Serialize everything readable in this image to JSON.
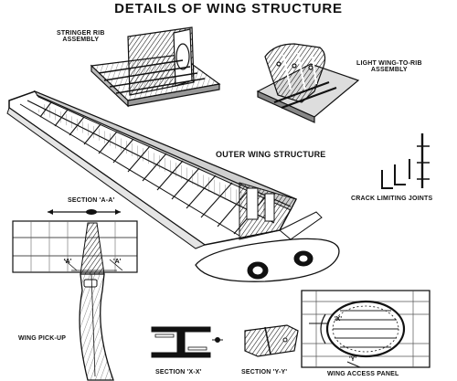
{
  "title": "DETAILS OF WING STRUCTURE",
  "labels": {
    "stringer_rib_line1": "STRINGER RIB",
    "stringer_rib_line2": "ASSEMBLY",
    "light_wing_rib_line1": "LIGHT WING-TO-RIB",
    "light_wing_rib_line2": "ASSEMBLY",
    "outer_wing": "OUTER WING STRUCTURE",
    "section_aa": "SECTION 'A-A'",
    "crack_limiting": "CRACK LIMITING JOINTS",
    "wing_pickup": "WING PICK-UP",
    "section_xx": "SECTION 'X-X'",
    "section_yy": "SECTION 'Y-Y'",
    "wing_access": "WING ACCESS PANEL",
    "mark_a": "'A'",
    "mark_x": "'X'",
    "mark_y": "'Y'"
  },
  "colors": {
    "ink": "#111111",
    "paper": "#ffffff",
    "shade": "#8a8a8a",
    "light_shade": "#cfcfcf"
  }
}
